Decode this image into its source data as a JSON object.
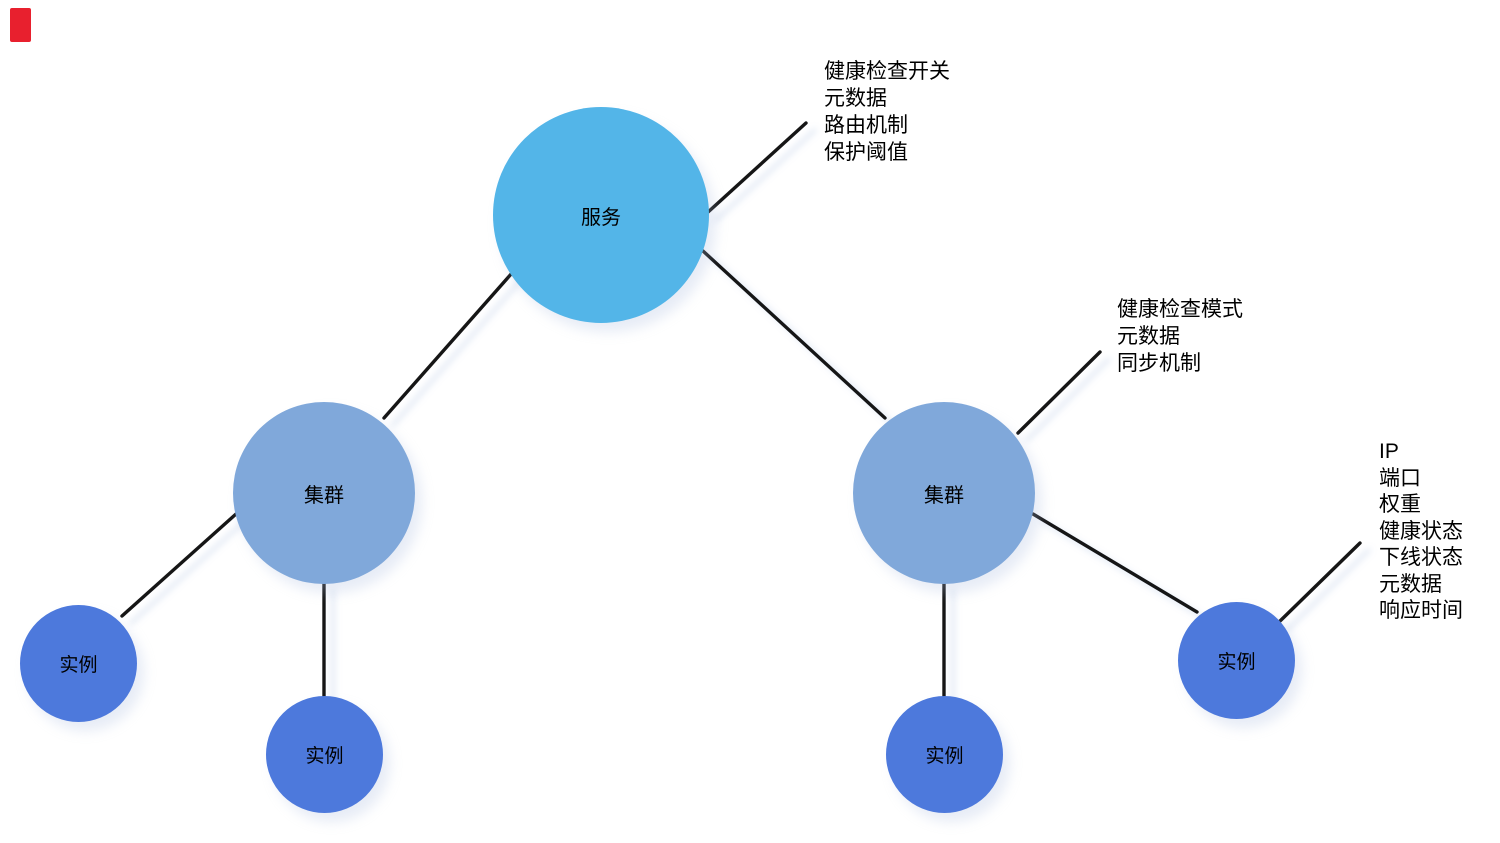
{
  "nodes": {
    "service": {
      "label": "服务"
    },
    "cluster_left": {
      "label": "集群"
    },
    "cluster_right": {
      "label": "集群"
    },
    "instance_1": {
      "label": "实例"
    },
    "instance_2": {
      "label": "实例"
    },
    "instance_3": {
      "label": "实例"
    },
    "instance_4": {
      "label": "实例"
    }
  },
  "annotations": {
    "service": {
      "lines": [
        "健康检查开关",
        "元数据",
        "路由机制",
        "保护阈值"
      ]
    },
    "cluster": {
      "lines": [
        "健康检查模式",
        "元数据",
        "同步机制"
      ]
    },
    "instance": {
      "lines": [
        "IP",
        "端口",
        "权重",
        "健康状态",
        "下线状态",
        "元数据",
        "响应时间"
      ]
    }
  },
  "colors": {
    "service_fill": "#53B5E8",
    "cluster_fill": "#80A8DA",
    "instance_fill": "#4D79DC",
    "edge": "#151515",
    "text": "#000000",
    "marker": "#E8202E",
    "background": "#FFFFFF"
  }
}
